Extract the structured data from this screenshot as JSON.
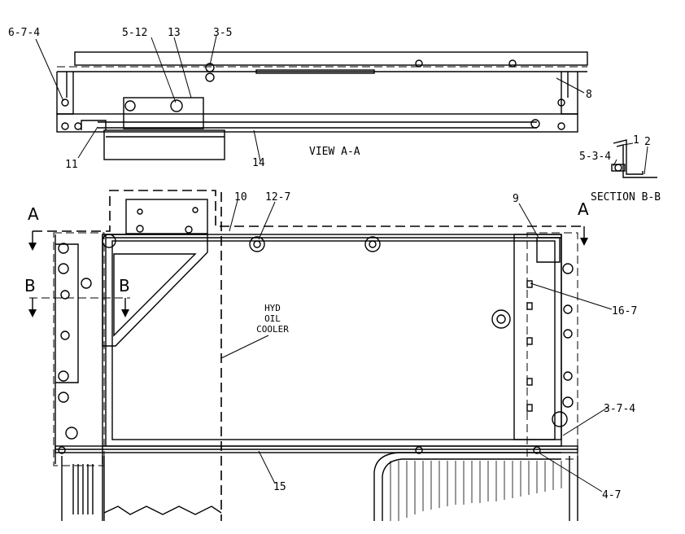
{
  "views": {
    "top_view_title": "VIEW A-A",
    "section_title": "SECTION B-B",
    "cooler_label": [
      "HYD",
      "OIL",
      "COOLER"
    ]
  },
  "callouts": {
    "c_6_7_4": "6-7-4",
    "c_5_12": "5-12",
    "c_13": "13",
    "c_3_5": "3-5",
    "c_8": "8",
    "c_11": "11",
    "c_14": "14",
    "c_1": "1",
    "c_2": "2",
    "c_5_3_4": "5-3-4",
    "c_10": "10",
    "c_12_7": "12-7",
    "c_9": "9",
    "c_16_7": "16-7",
    "c_3_7_4": "3-7-4",
    "c_15": "15",
    "c_4_7": "4-7"
  },
  "section_markers": {
    "a_left": "A",
    "a_right": "A",
    "b_left": "B",
    "b_right": "B"
  }
}
